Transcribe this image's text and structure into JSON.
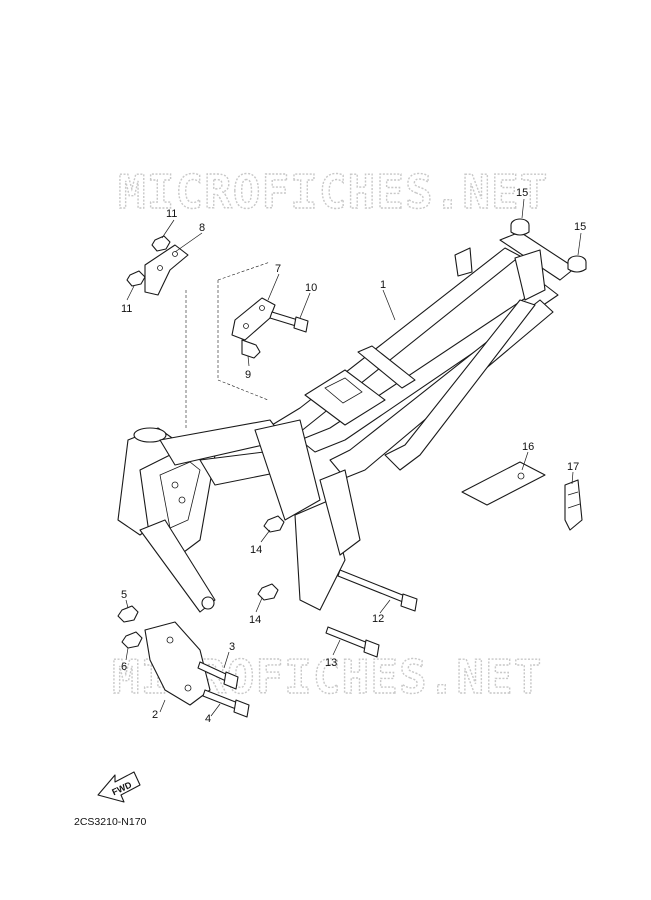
{
  "watermark": {
    "text": "MICROFICHES.NET"
  },
  "diagram_code": "2CS3210-N170",
  "fwd_label": "FWD",
  "callouts": [
    {
      "id": "c1",
      "label": "1"
    },
    {
      "id": "c2",
      "label": "2"
    },
    {
      "id": "c3",
      "label": "3"
    },
    {
      "id": "c4",
      "label": "4"
    },
    {
      "id": "c5",
      "label": "5"
    },
    {
      "id": "c6",
      "label": "6"
    },
    {
      "id": "c7",
      "label": "7"
    },
    {
      "id": "c8",
      "label": "8"
    },
    {
      "id": "c9",
      "label": "9"
    },
    {
      "id": "c10",
      "label": "10"
    },
    {
      "id": "c11a",
      "label": "11"
    },
    {
      "id": "c11b",
      "label": "11"
    },
    {
      "id": "c12",
      "label": "12"
    },
    {
      "id": "c13",
      "label": "13"
    },
    {
      "id": "c14a",
      "label": "14"
    },
    {
      "id": "c14b",
      "label": "14"
    },
    {
      "id": "c15a",
      "label": "15"
    },
    {
      "id": "c15b",
      "label": "15"
    },
    {
      "id": "c16",
      "label": "16"
    },
    {
      "id": "c17",
      "label": "17"
    }
  ]
}
